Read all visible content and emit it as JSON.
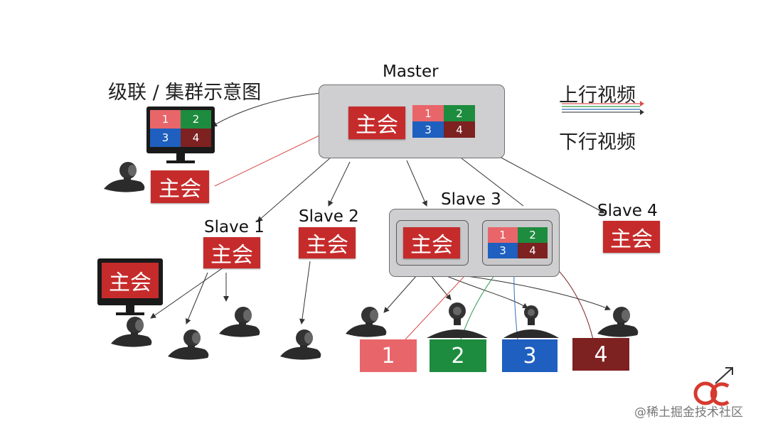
{
  "title": "级联 / 集群示意图",
  "legend": {
    "uplink": "上行视频",
    "downlink": "下行视频",
    "uplink_colors": [
      "#d9534f",
      "#2e9a4c",
      "#2e6fbf",
      "#7a1f1f"
    ]
  },
  "colors": {
    "tile1": "#e8666a",
    "tile2": "#1e8c3e",
    "tile3": "#1e5fbf",
    "tile4": "#7d2121",
    "main": "#c62b2b"
  },
  "master": {
    "label": "Master",
    "main": "主会",
    "tiles": [
      "1",
      "2",
      "3",
      "4"
    ]
  },
  "slave1": {
    "label": "Slave 1",
    "main": "主会"
  },
  "slave2": {
    "label": "Slave 2",
    "main": "主会"
  },
  "slave3": {
    "label": "Slave 3",
    "main": "主会",
    "tiles": [
      "1",
      "2",
      "3",
      "4"
    ]
  },
  "slave4": {
    "label": "Slave 4",
    "main": "主会"
  },
  "left_endpoint": {
    "main": "主会",
    "tiles": [
      "1",
      "2",
      "3",
      "4"
    ]
  },
  "slave1_monitor": {
    "main": "主会"
  },
  "bottom_streams": [
    "1",
    "2",
    "3",
    "4"
  ],
  "watermark": "@稀土掘金技术社区"
}
